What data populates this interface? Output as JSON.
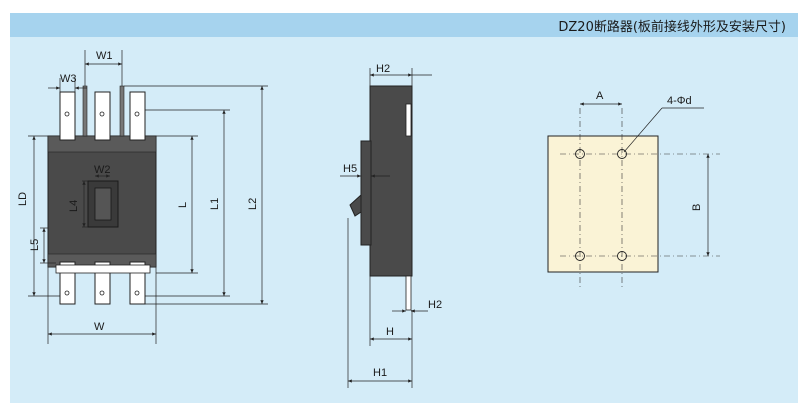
{
  "title": "DZ20断路器(板前接线外形及安装尺寸)",
  "colors": {
    "background": "#d4ecf8",
    "title_bar": "#a6d3ee",
    "body_gray": "#4a4a4a",
    "mounting_plate": "#faf3d6"
  },
  "front_view": {
    "labels": {
      "w1": "W1",
      "w3": "W3",
      "w2": "W2",
      "w": "W",
      "ld": "LD",
      "l4": "L4",
      "l5": "L5",
      "l": "L",
      "l1": "L1",
      "l2": "L2"
    }
  },
  "side_view": {
    "labels": {
      "h2_top": "H2",
      "h5": "H5",
      "h2_bottom": "H2",
      "h": "H",
      "h1": "H1"
    }
  },
  "mounting_view": {
    "labels": {
      "a": "A",
      "holes": "4-Φd",
      "b": "B"
    }
  }
}
